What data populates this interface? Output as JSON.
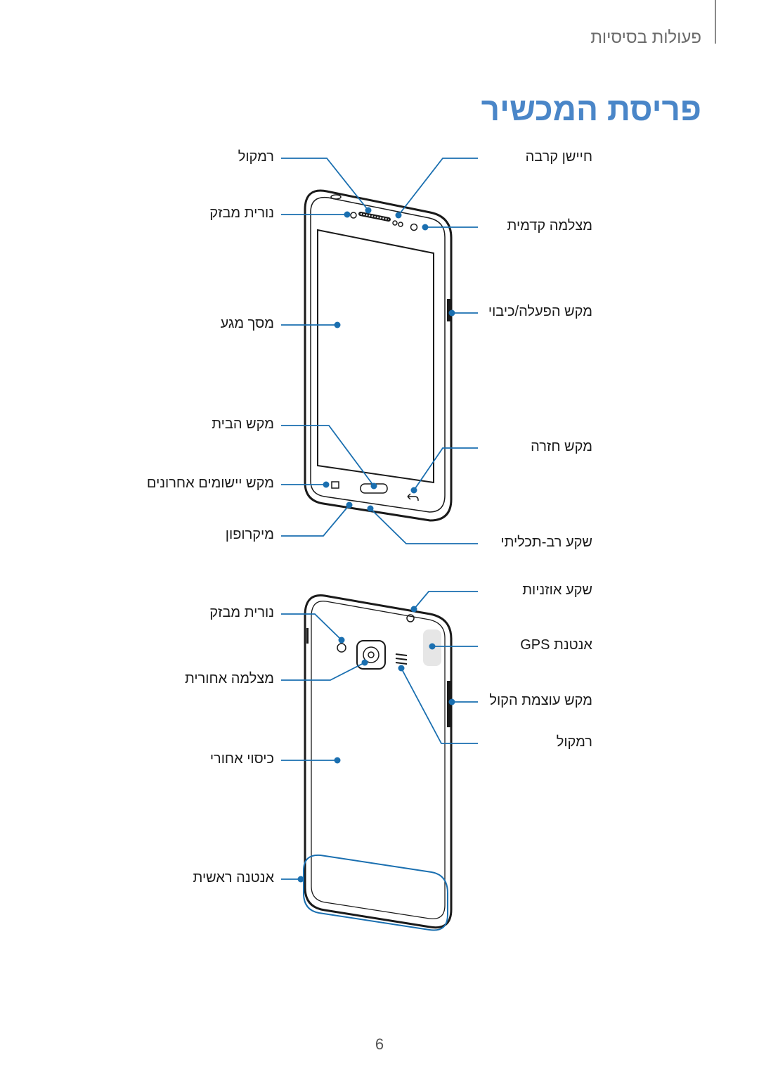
{
  "header": {
    "section": "פעולות בסיסיות",
    "title": "פריסת המכשיר"
  },
  "front_labels": {
    "speaker": "רמקול",
    "proximity_sensor": "חיישן קרבה",
    "proximity_sensor_2": "נורית מבזק",
    "front_camera": "מצלמה קדמית",
    "touchscreen": "מסך מגע",
    "power_key": "מקש הפעלה/כיבוי",
    "home_key": "מקש הבית",
    "back_key": "מקש חזרה",
    "recent_apps_key": "מקש יישומים אחרונים",
    "microphone": "מיקרופון",
    "multipurpose_jack": "שקע רב-תכליתי"
  },
  "back_labels": {
    "flash": "נורית מבזק",
    "headset_jack": "שקע אוזניות",
    "gps_antenna": "אנטנת GPS",
    "rear_camera": "מצלמה אחורית",
    "volume_key": "מקש עוצמת הקול",
    "speaker": "רמקול",
    "back_cover": "כיסוי אחורי",
    "main_antenna": "אנטנה ראשית"
  },
  "footer": {
    "page_number": "6"
  },
  "colors": {
    "accent": "#4a86c8",
    "callout": "#1a6fb0",
    "phone_outline": "#1a1a1a",
    "antenna_area": "#e6e6e6"
  }
}
